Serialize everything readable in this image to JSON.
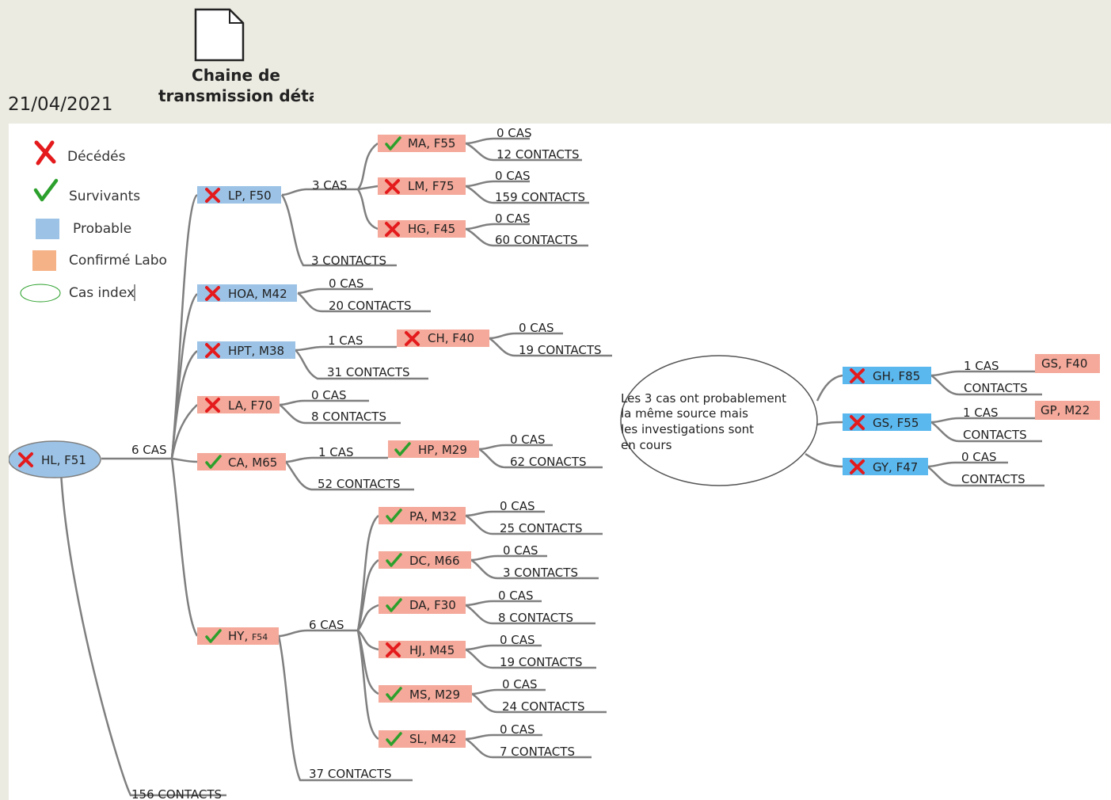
{
  "header": {
    "date": "21/04/2021",
    "doc_icon": "document-icon",
    "doc_caption_line1": "Chaine de",
    "doc_caption_line2": "transmission détaillé"
  },
  "legend": {
    "deceased": "Décédés",
    "survivors": "Survivants",
    "probable": "Probable",
    "confirmed": "Confirmé Labo",
    "index_case": "Cas index"
  },
  "colors": {
    "probable": "#9cc3e6",
    "confirmed": "#f4a99a",
    "confirmed_legend": "#f5b287",
    "deceased_mark": "#e41a1c",
    "survivor_mark": "#2ca02c",
    "branch": "#7f7f7f",
    "index_case_fill": "#9cc3e6"
  },
  "diagram": {
    "index": {
      "label": "HL, F51",
      "status": "deceased"
    },
    "index_contacts": "156 CONTACTS",
    "index_cas": "6 CAS",
    "lp": {
      "label": "LP, F50",
      "status": "deceased",
      "type": "probable"
    },
    "lp_cas": "3 CAS",
    "lp_contacts": "3 CONTACTS",
    "ma": {
      "label": "MA, F55",
      "status": "survivor",
      "type": "confirmed",
      "cas": "0 CAS",
      "contacts": "12 CONTACTS"
    },
    "lm": {
      "label": "LM, F75",
      "status": "deceased",
      "type": "confirmed",
      "cas": "0 CAS",
      "contacts": "159 CONTACTS"
    },
    "hg": {
      "label": "HG, F45",
      "status": "deceased",
      "type": "confirmed",
      "cas": "0 CAS",
      "contacts": "60 CONTACTS"
    },
    "hoa": {
      "label": "HOA, M42",
      "status": "deceased",
      "type": "probable",
      "cas": "0 CAS",
      "contacts": "20 CONTACTS"
    },
    "hpt": {
      "label": "HPT, M38",
      "status": "deceased",
      "type": "probable",
      "cas": "1 CAS",
      "contacts": "31 CONTACTS"
    },
    "ch": {
      "label": "CH, F40",
      "status": "deceased",
      "type": "confirmed",
      "cas": "0 CAS",
      "contacts": "19 CONTACTS"
    },
    "la": {
      "label": "LA, F70",
      "status": "deceased",
      "type": "confirmed",
      "cas": "0 CAS",
      "contacts": "8 CONTACTS"
    },
    "ca": {
      "label": "CA, M65",
      "status": "survivor",
      "type": "confirmed",
      "cas": "1 CAS",
      "contacts": "52 CONTACTS"
    },
    "hp": {
      "label": "HP, M29",
      "status": "survivor",
      "type": "confirmed",
      "cas": "0 CAS",
      "contacts": "62 CONACTS"
    },
    "hy": {
      "label": "HY, ",
      "label_small": "F54",
      "status": "survivor",
      "type": "confirmed",
      "cas": "6 CAS",
      "contacts": "37 CONTACTS"
    },
    "pa": {
      "label": "PA, M32",
      "status": "survivor",
      "type": "confirmed",
      "cas": "0 CAS",
      "contacts": "25 CONTACTS"
    },
    "dc": {
      "label": "DC, M66",
      "status": "survivor",
      "type": "confirmed",
      "cas": "0 CAS",
      "contacts": "3 CONTACTS"
    },
    "da": {
      "label": "DA, F30",
      "status": "survivor",
      "type": "confirmed",
      "cas": "0 CAS",
      "contacts": "8 CONTACTS"
    },
    "hj": {
      "label": "HJ, M45",
      "status": "deceased",
      "type": "confirmed",
      "cas": "0 CAS",
      "contacts": "19 CONTACTS"
    },
    "ms": {
      "label": "MS, M29",
      "status": "survivor",
      "type": "confirmed",
      "cas": "0 CAS",
      "contacts": "24 CONTACTS"
    },
    "sl": {
      "label": "SL, M42",
      "status": "survivor",
      "type": "confirmed",
      "cas": "0 CAS",
      "contacts": "7 CONTACTS"
    }
  },
  "cluster": {
    "note_line1": "Les 3 cas ont probablement",
    "note_line2": "la même source mais",
    "note_line3": "les investigations sont",
    "note_line4": "en cours",
    "gh": {
      "label": "GH, F85",
      "status": "deceased",
      "type": "probable",
      "cas": "1 CAS",
      "contacts": "CONTACTS"
    },
    "gs40": {
      "label": "GS, F40",
      "type": "confirmed"
    },
    "gs": {
      "label": "GS, F55",
      "status": "deceased",
      "type": "probable",
      "cas": "1 CAS",
      "contacts": "CONTACTS"
    },
    "gp": {
      "label": "GP, M22",
      "type": "confirmed"
    },
    "gy": {
      "label": "GY, F47",
      "status": "deceased",
      "type": "probable",
      "cas": "0 CAS",
      "contacts": "CONTACTS"
    }
  }
}
